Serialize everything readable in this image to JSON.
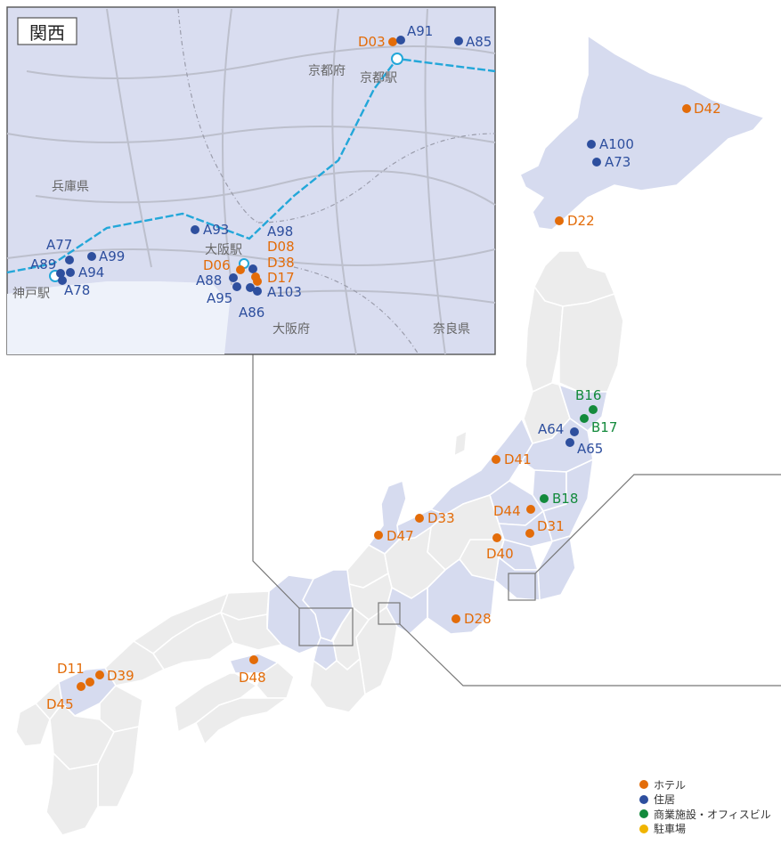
{
  "inset": {
    "title": "関西",
    "places": [
      "兵庫県",
      "京都府",
      "京都駅",
      "大阪駅",
      "神戸駅",
      "大阪府",
      "奈良県"
    ]
  },
  "legend": [
    {
      "label": "ホテル",
      "color": "#e36c09"
    },
    {
      "label": "住居",
      "color": "#2e4f9e"
    },
    {
      "label": "商業施設・オフィスビル",
      "color": "#138a3c"
    },
    {
      "label": "駐車場",
      "color": "#f0b400"
    }
  ],
  "markers": {
    "hokkaido": [
      "D42",
      "A100",
      "A73",
      "D22"
    ],
    "tohoku": [
      "B16",
      "B17",
      "A64",
      "A65",
      "D41"
    ],
    "kanto": [
      "B18",
      "D44",
      "D31",
      "D40",
      "D28"
    ],
    "chubu": [
      "D33",
      "D47"
    ],
    "west": [
      "D11",
      "D39",
      "D45",
      "D48"
    ],
    "kansai": [
      "D03",
      "A91",
      "A85",
      "A93",
      "A98",
      "D08",
      "D38",
      "D17",
      "D06",
      "A88",
      "A95",
      "A86",
      "A103",
      "A77",
      "A89",
      "A99",
      "A94",
      "A78"
    ]
  },
  "colors": {
    "hotel": "#e36c09",
    "residence": "#2e4f9e",
    "commercial": "#138a3c",
    "parking": "#f0b400"
  }
}
